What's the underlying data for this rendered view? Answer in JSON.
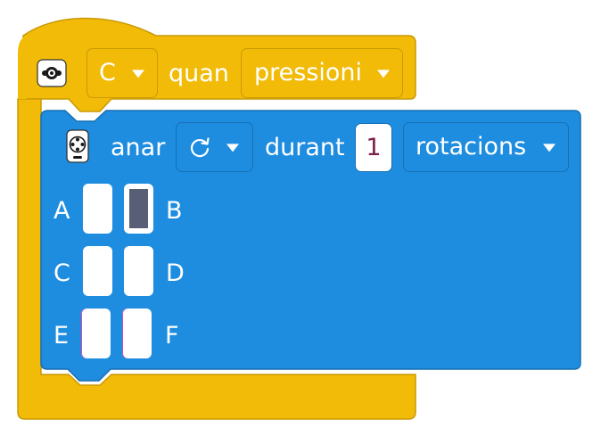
{
  "hat_block": {
    "icon": "hub-button-icon",
    "button_value": "C",
    "when_label": "quan",
    "event_value": "pressioni",
    "color": "#f2bb07"
  },
  "motion_block": {
    "icon": "drive-base-icon",
    "action_label": "anar",
    "direction_icon": "rotate-clockwise-icon",
    "duration_label": "durant",
    "amount": "1",
    "unit_value": "rotacions",
    "color": "#1e8de0"
  },
  "ports": {
    "labels": [
      "A",
      "B",
      "C",
      "D",
      "E",
      "F"
    ],
    "selected": [
      "B"
    ]
  }
}
